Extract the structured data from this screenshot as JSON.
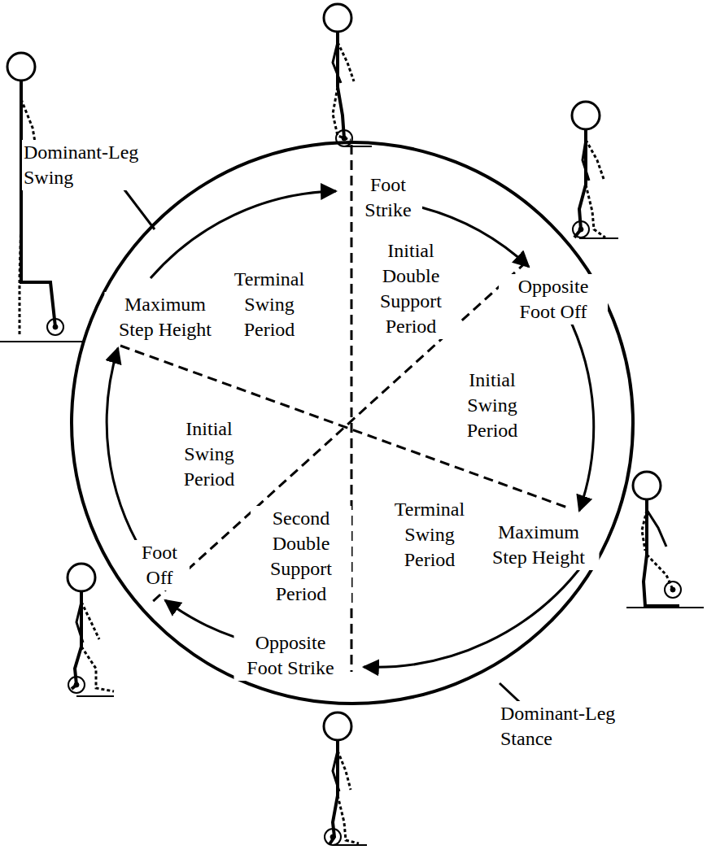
{
  "diagram": {
    "labels": [
      "Dominant-Leg Swing",
      "Foot Strike",
      "Initial Double Support Period",
      "Opposite Foot Off",
      "Terminal Swing Period",
      "Maximum Step Height",
      "Initial Swing Period",
      "Initial Swing Period",
      "Maximum Step Height",
      "Terminal Swing Period",
      "Foot Off",
      "Second Double Support Period",
      "Opposite Foot Strike",
      "Dominant-Leg Stance"
    ]
  }
}
